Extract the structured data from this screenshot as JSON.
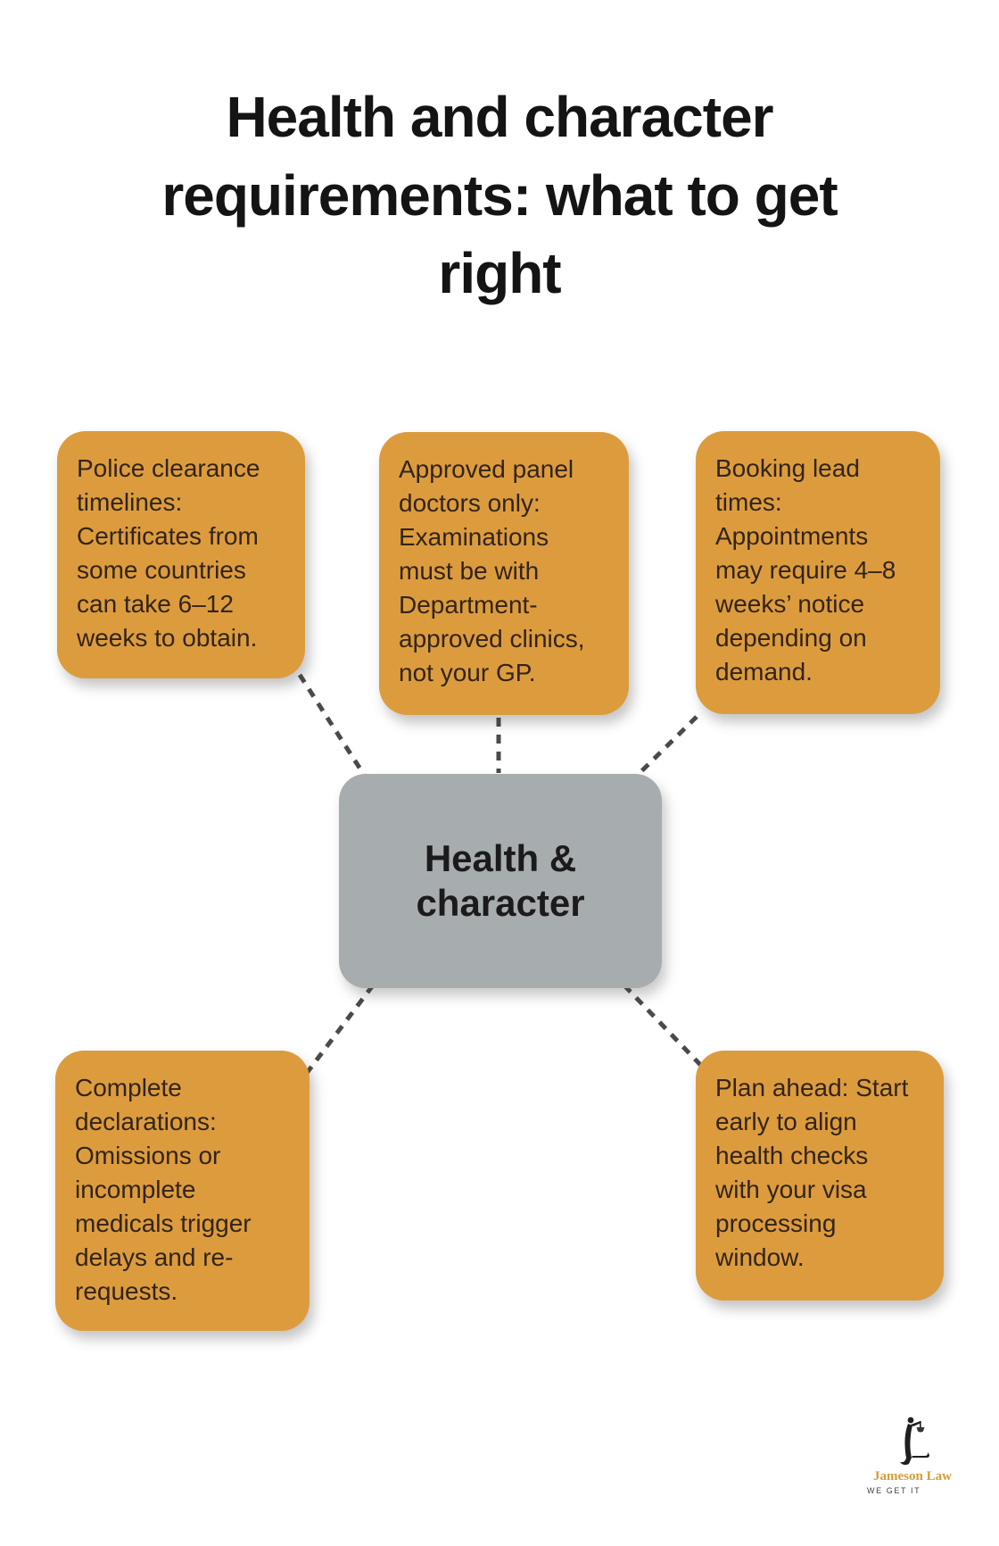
{
  "title": "Health and character\nrequirements: what to get\nright",
  "center_node": {
    "label": "Health &\ncharacter"
  },
  "nodes": [
    {
      "id": "police-clearance-timelines",
      "text": "Police clearance\ntimelines:\nCertificates from\nsome countries\ncan take 6–12\nweeks to obtain."
    },
    {
      "id": "approved-panel-doctors",
      "text": "Approved panel\ndoctors only:\nExaminations\nmust be with\nDepartment-\napproved clinics,\nnot your GP."
    },
    {
      "id": "booking-lead-times",
      "text": "Booking lead\ntimes:\nAppointments\nmay require 4–8\nweeks’ notice\ndepending on\ndemand."
    },
    {
      "id": "complete-declarations",
      "text": "Complete\ndeclarations:\nOmissions or\nincomplete\nmedicals trigger\ndelays and re-\nrequests."
    },
    {
      "id": "plan-ahead",
      "text": "Plan ahead: Start\nearly to align\nhealth checks\nwith your visa\nprocessing\nwindow."
    }
  ],
  "logo": {
    "name": "Jameson Law",
    "tagline": "WE GET IT"
  },
  "colors": {
    "node_fill": "#DC9C3E",
    "center_fill": "#A7ACAF",
    "connector": "#4A4A4A",
    "node_text": "#33241A",
    "title_text": "#141414",
    "logo_gold": "#D79C36"
  }
}
